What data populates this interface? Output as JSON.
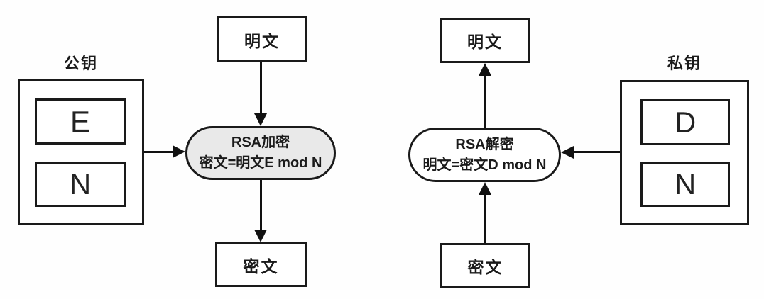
{
  "diagram": {
    "type": "flowchart",
    "topic": "RSA encryption and decryption flow",
    "encrypt": {
      "key_group_label": "公钥",
      "key_parts": [
        "E",
        "N"
      ],
      "input_label": "明文",
      "process_title": "RSA加密",
      "process_formula": "密文=明文E mod N",
      "output_label": "密文"
    },
    "decrypt": {
      "key_group_label": "私钥",
      "key_parts": [
        "D",
        "N"
      ],
      "input_label": "密文",
      "process_title": "RSA解密",
      "process_formula": "明文=密文D mod N",
      "output_label": "明文"
    },
    "colors": {
      "line": "#1a1a1a",
      "background": "#fefefe",
      "encrypt_pill_fill": "#e9e9e9",
      "decrypt_pill_fill": "#ffffff"
    }
  }
}
